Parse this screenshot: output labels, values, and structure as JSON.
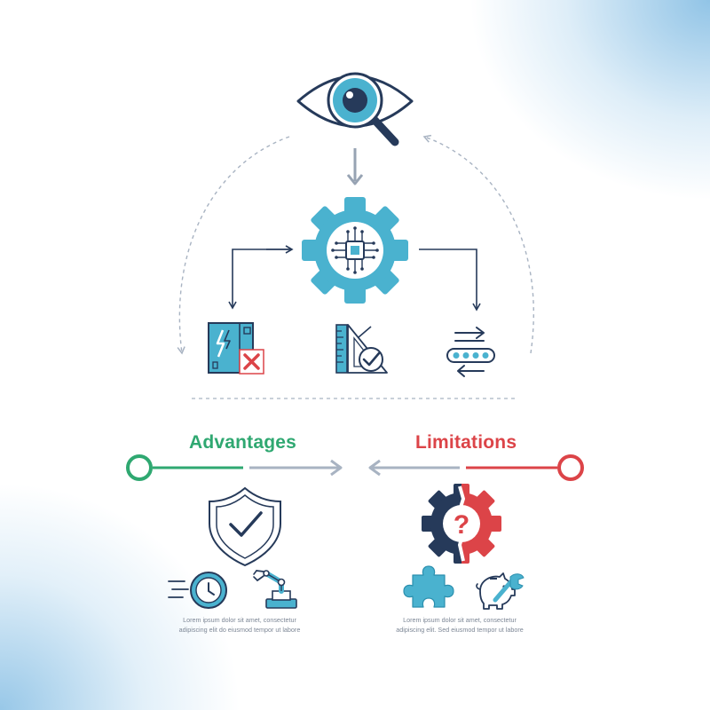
{
  "sections": {
    "advantages": {
      "title": "Advantages",
      "text_line1": "Lorem ipsum dolor sit amet, consectetur",
      "text_line2": "adipiscing elit do eiusmod tempor ut labore"
    },
    "limitations": {
      "title": "Limitations",
      "text_line1": "Lorem ipsum dolor sit amet, consectetur",
      "text_line2": "adipiscing elit. Sed eiusmod tempor ut labore"
    }
  },
  "icons": {
    "top": "eye-magnifier-icon",
    "center": "gear-chip-icon",
    "bottom_left": "damaged-box-icon",
    "bottom_middle": "ruler-check-icon",
    "bottom_right": "conveyor-icon",
    "advantages": [
      "shield-check-icon",
      "clock-speed-icon",
      "robot-arm-icon"
    ],
    "limitations": [
      "gear-question-icon",
      "puzzle-icon",
      "piggy-bank-wrench-icon"
    ]
  },
  "colors": {
    "primary_blue": "#4ab2cf",
    "navy": "#263a5a",
    "gray_line": "#97a3b3",
    "advantages_green": "#2fa871",
    "limitations_red": "#dc4448"
  }
}
